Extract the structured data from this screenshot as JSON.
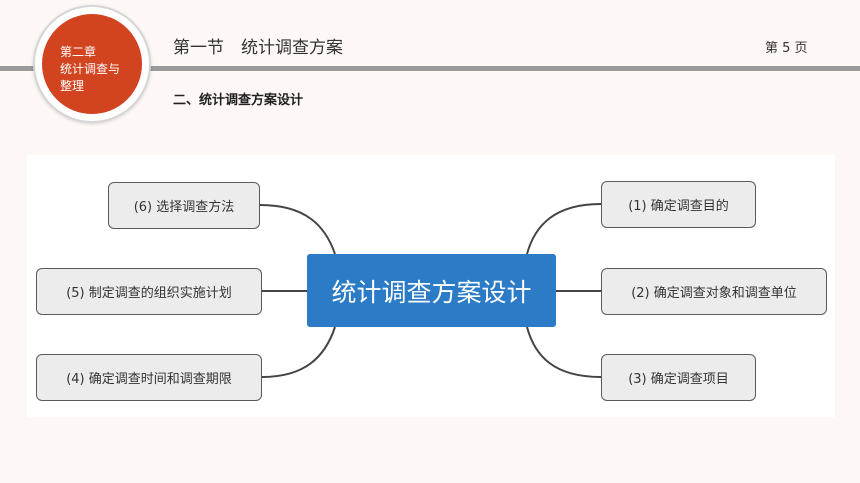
{
  "header": {
    "chapter_line1": "第二章",
    "chapter_line2": "统计调查与",
    "chapter_line3": "整理",
    "section_title": "第一节　统计调查方案",
    "page_number": "第 5 页",
    "subheading": "二、统计调查方案设计"
  },
  "mindmap": {
    "center": "统计调查方案设计",
    "left_nodes": [
      "(6) 选择调查方法",
      "(5) 制定调查的组织实施计划",
      "(4) 确定调查时间和调查期限"
    ],
    "right_nodes": [
      "(1) 确定调查目的",
      "(2) 确定调查对象和调查单位",
      "(3) 确定调查项目"
    ]
  },
  "colors": {
    "accent_red": "#d2431f",
    "center_blue": "#2b7bc6",
    "rule_gray": "#9a9a9a"
  }
}
